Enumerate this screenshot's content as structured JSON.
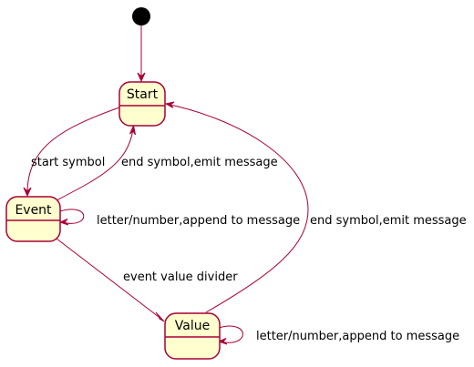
{
  "colors": {
    "state_fill": "#FEFECE",
    "state_border": "#A80036",
    "edge": "#A80036",
    "text": "#000000"
  },
  "states": {
    "start": {
      "label": "Start"
    },
    "event": {
      "label": "Event"
    },
    "value": {
      "label": "Value"
    }
  },
  "transitions": {
    "initial_to_start": {
      "label": ""
    },
    "start_to_event": {
      "label": "start symbol"
    },
    "event_to_start": {
      "label": "end symbol,emit message"
    },
    "event_self": {
      "label": "letter/number,append to message"
    },
    "event_to_value": {
      "label": "event value divider"
    },
    "value_to_start": {
      "label": "end symbol,emit message"
    },
    "value_self": {
      "label": "letter/number,append to message"
    }
  }
}
